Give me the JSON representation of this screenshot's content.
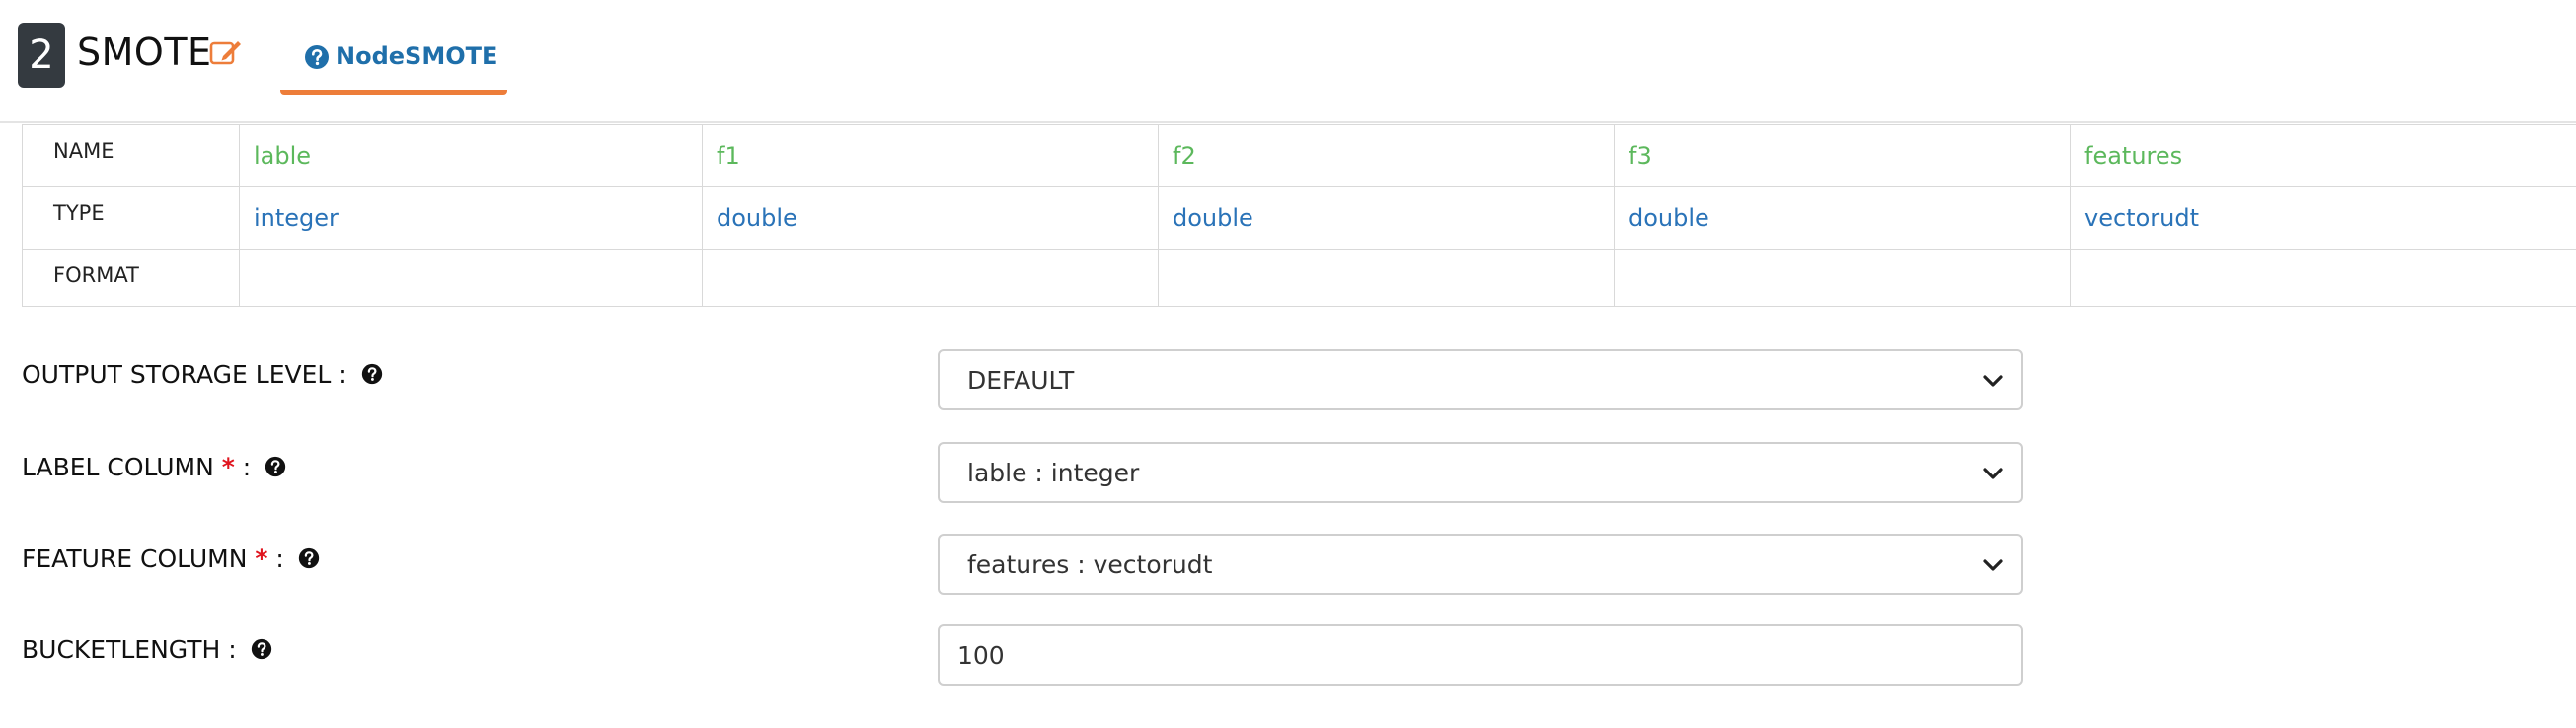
{
  "node": {
    "step_number": "2",
    "title": "SMOTE",
    "tab_label": "NodeSMOTE"
  },
  "schema": {
    "row_labels": {
      "name": "NAME",
      "type": "TYPE",
      "format": "FORMAT"
    },
    "columns": [
      {
        "name": "lable",
        "type": "integer",
        "format": ""
      },
      {
        "name": "f1",
        "type": "double",
        "format": ""
      },
      {
        "name": "f2",
        "type": "double",
        "format": ""
      },
      {
        "name": "f3",
        "type": "double",
        "format": ""
      },
      {
        "name": "features",
        "type": "vectorudt",
        "format": ""
      }
    ]
  },
  "form": {
    "output_storage_level": {
      "label": "OUTPUT STORAGE LEVEL",
      "suffix": " :",
      "value": "DEFAULT"
    },
    "label_column": {
      "label": "LABEL COLUMN",
      "required_mark": "*",
      "suffix": " :",
      "value": "lable : integer"
    },
    "feature_column": {
      "label": "FEATURE COLUMN",
      "required_mark": "*",
      "suffix": " :",
      "value": "features : vectorudt"
    },
    "bucket_length": {
      "label": "BUCKETLENGTH",
      "suffix": " :",
      "value": "100"
    }
  },
  "colors": {
    "accent_orange": "#ed7d3a",
    "link_blue": "#1f6faa",
    "name_green": "#5cb85c",
    "type_blue": "#2a73b8",
    "required_red": "#e0141e",
    "badge_dark": "#343a40"
  },
  "icons": {
    "edit": "edit-icon",
    "help": "question-circle-icon",
    "dropdown": "chevron-down-icon"
  }
}
